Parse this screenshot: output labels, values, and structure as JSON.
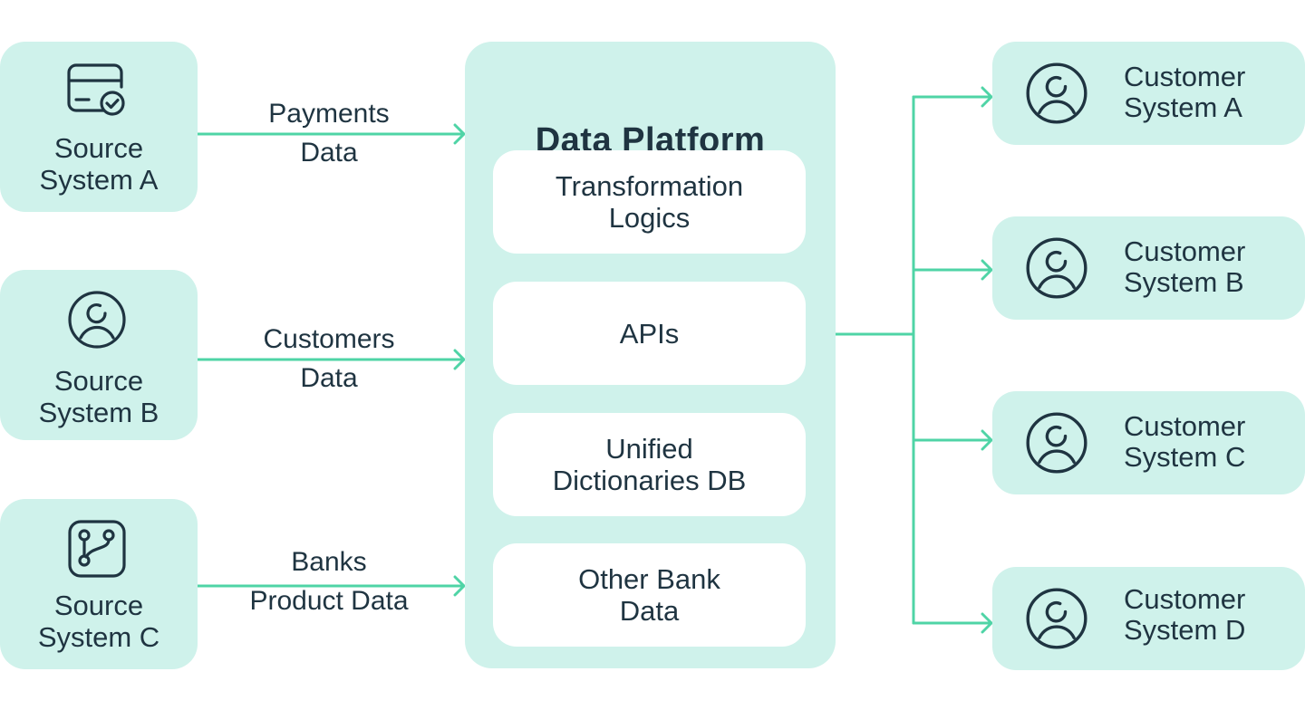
{
  "sources": [
    {
      "line1": "Source",
      "line2": "System A",
      "icon": "card-check-icon"
    },
    {
      "line1": "Source",
      "line2": "System B",
      "icon": "user-circle-icon"
    },
    {
      "line1": "Source",
      "line2": "System C",
      "icon": "branch-icon"
    }
  ],
  "flows": [
    {
      "line1": "Payments",
      "line2": "Data"
    },
    {
      "line1": "Customers",
      "line2": "Data"
    },
    {
      "line1": "Banks",
      "line2": "Product Data"
    }
  ],
  "platform": {
    "title": "Data Platform",
    "modules": [
      {
        "line1": "Transformation",
        "line2": "Logics"
      },
      {
        "line1": "APIs",
        "line2": ""
      },
      {
        "line1": "Unified",
        "line2": "Dictionaries DB"
      },
      {
        "line1": "Other Bank",
        "line2": "Data"
      }
    ]
  },
  "customers": [
    {
      "line1": "Customer",
      "line2": "System A",
      "icon": "user-circle-icon"
    },
    {
      "line1": "Customer",
      "line2": "System B",
      "icon": "user-circle-icon"
    },
    {
      "line1": "Customer",
      "line2": "System C",
      "icon": "user-circle-icon"
    },
    {
      "line1": "Customer",
      "line2": "System D",
      "icon": "user-circle-icon"
    }
  ],
  "colors": {
    "card": "#cff2eb",
    "arrow": "#4fd4a6",
    "text": "#1f3441"
  }
}
